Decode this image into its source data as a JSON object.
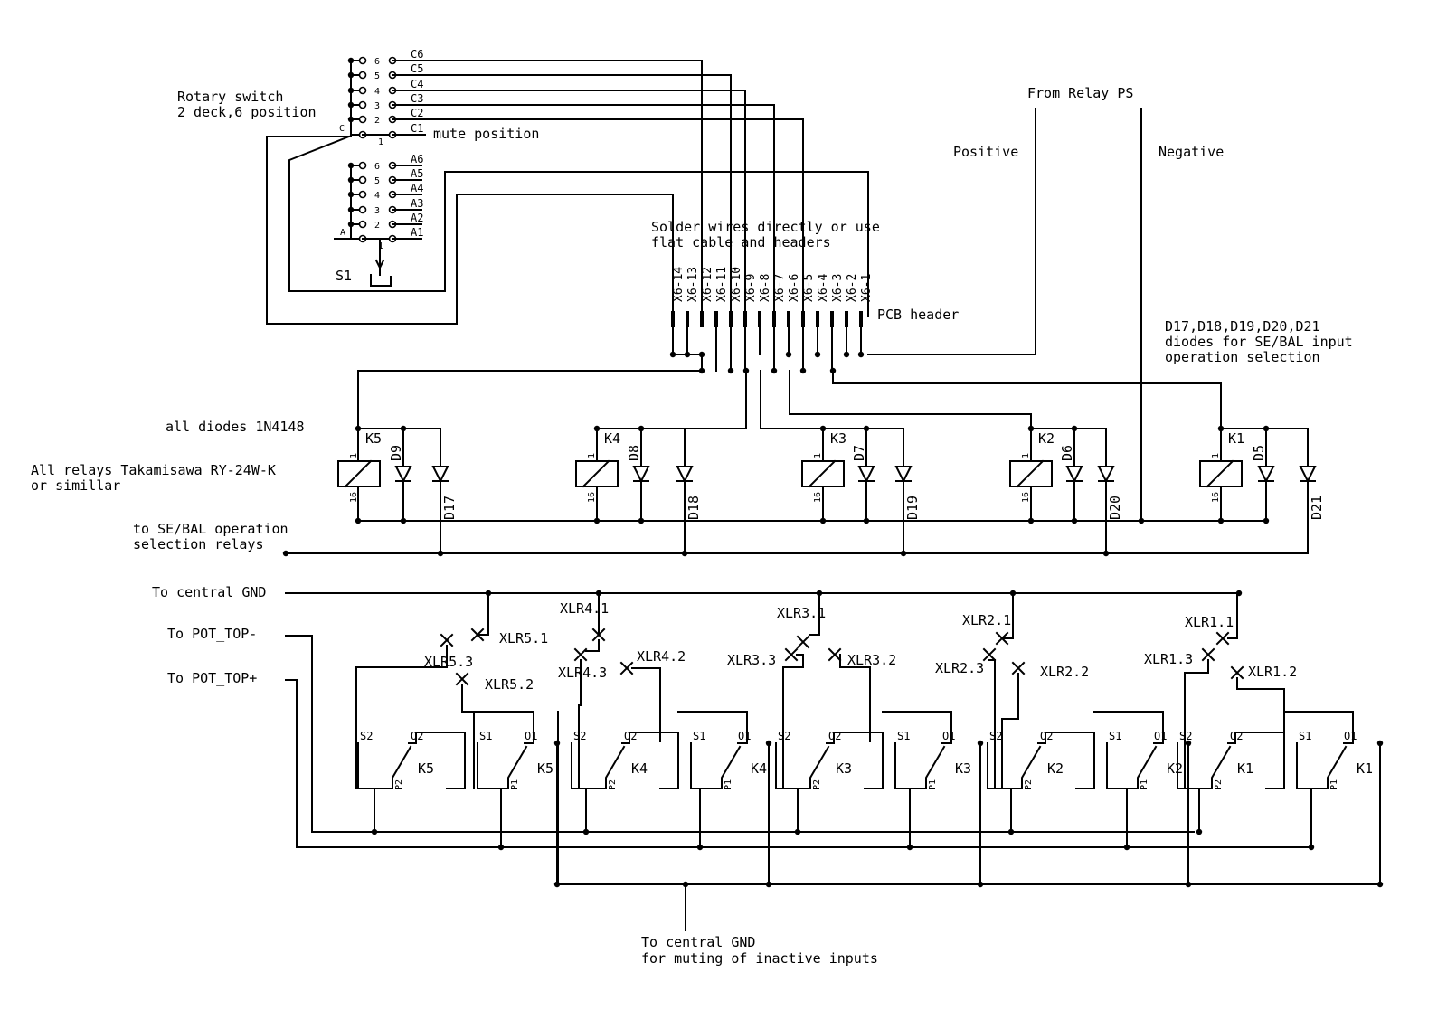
{
  "switch": {
    "title1": "Rotary switch",
    "title2": "2 deck,6 position",
    "deck_c_label": "C",
    "deck_a_label": "A",
    "positions_c": [
      "6",
      "5",
      "4",
      "3",
      "2",
      "1"
    ],
    "positions_a": [
      "6",
      "5",
      "4",
      "3",
      "2",
      "1"
    ],
    "wires_c": [
      "C6",
      "C5",
      "C4",
      "C3",
      "C2",
      "C1"
    ],
    "wires_a": [
      "A6",
      "A5",
      "A4",
      "A3",
      "A2",
      "A1"
    ],
    "mute_label": "mute position",
    "name": "S1"
  },
  "relay_ps": {
    "title": "From Relay PS",
    "positive": "Positive",
    "negative": "Negative"
  },
  "header": {
    "note1": "Solder wires directly or use",
    "note2": "flat cable and headers",
    "pins": [
      "X6-14",
      "X6-13",
      "X6-12",
      "X6-11",
      "X6-10",
      "X6-9",
      "X6-8",
      "X6-7",
      "X6-6",
      "X6-5",
      "X6-4",
      "X6-3",
      "X6-2",
      "X6-1"
    ],
    "label": "PCB header"
  },
  "notes": {
    "diodes": "all diodes 1N4148",
    "relays1": "All relays Takamisawa RY-24W-K",
    "relays2": "or simillar",
    "sebal1": "D17,D18,D19,D20,D21",
    "sebal2": "diodes for SE/BAL input",
    "sebal3": "operation selection",
    "sel1": "to SE/BAL operation",
    "sel2": "selection relays",
    "gnd": "To central GND",
    "pot_minus": "To POT_TOP-",
    "pot_plus": "To POT_TOP+",
    "bottom1": "To central GND",
    "bottom2": "for muting of inactive inputs"
  },
  "coils": [
    {
      "relay": "K5",
      "diode": "D9",
      "sel_diode": "D17"
    },
    {
      "relay": "K4",
      "diode": "D8",
      "sel_diode": "D18"
    },
    {
      "relay": "K3",
      "diode": "D7",
      "sel_diode": "D19"
    },
    {
      "relay": "K2",
      "diode": "D6",
      "sel_diode": "D20"
    },
    {
      "relay": "K1",
      "diode": "D5",
      "sel_diode": "D21"
    }
  ],
  "coil_pins": {
    "top": "1",
    "bottom": "16"
  },
  "contacts": {
    "s2": "S2",
    "o2": "O2",
    "p2": "P2",
    "s1": "S1",
    "o1": "O1",
    "p1": "P1"
  },
  "xlr": [
    {
      "p1": "XLR5.1",
      "p2": "XLR5.2",
      "p3": "XLR5.3"
    },
    {
      "p1": "XLR4.1",
      "p2": "XLR4.2",
      "p3": "XLR4.3"
    },
    {
      "p1": "XLR3.1",
      "p2": "XLR3.2",
      "p3": "XLR3.3"
    },
    {
      "p1": "XLR2.1",
      "p2": "XLR2.2",
      "p3": "XLR2.3"
    },
    {
      "p1": "XLR1.1",
      "p2": "XLR1.2",
      "p3": "XLR1.3"
    }
  ]
}
